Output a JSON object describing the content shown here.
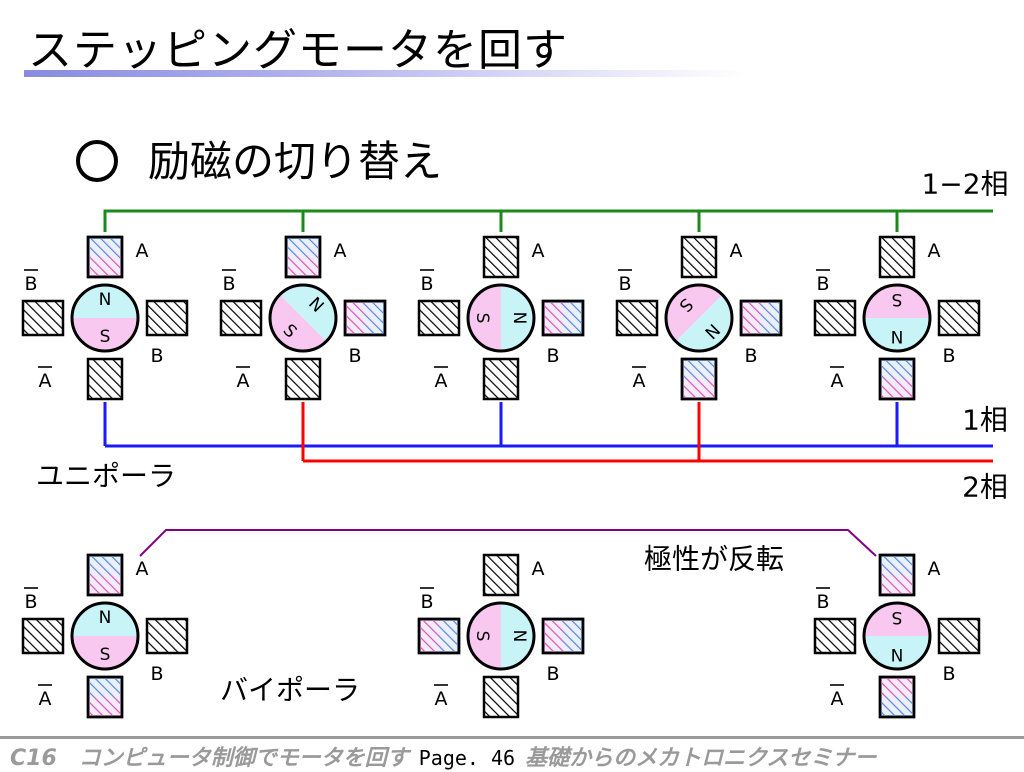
{
  "title": "ステッピングモータを回す",
  "subtitle": "励磁の切り替え",
  "labels": {
    "one_two_phase": "1−2相",
    "one_phase": "1相",
    "two_phase": "2相",
    "unipolar": "ユニポーラ",
    "bipolar": "バイポーラ",
    "polarity_reversed": "極性が反転"
  },
  "coil_labels": {
    "a": "A",
    "b": "B",
    "a_bar": "A",
    "b_bar": "B"
  },
  "rotor_poles": {
    "n": "N",
    "s": "S"
  },
  "colors": {
    "green": "#1a8a1a",
    "blue": "#1a1aff",
    "red": "#ff0000",
    "purple": "#800080",
    "pink": "#f8c8f0",
    "cyan": "#c8f4f8"
  },
  "motors_unipolar": [
    {
      "rotor_angle_deg": 0,
      "energized": [
        "A"
      ]
    },
    {
      "rotor_angle_deg": 45,
      "energized": [
        "A",
        "B"
      ]
    },
    {
      "rotor_angle_deg": 90,
      "energized": [
        "B"
      ]
    },
    {
      "rotor_angle_deg": 135,
      "energized": [
        "B",
        "A_bar"
      ]
    },
    {
      "rotor_angle_deg": 180,
      "energized": [
        "A_bar"
      ]
    }
  ],
  "motors_bipolar": [
    {
      "rotor_angle_deg": 0,
      "energized": [
        "A",
        "A_bar"
      ]
    },
    {
      "rotor_angle_deg": 90,
      "energized": [
        "B",
        "B_bar"
      ]
    },
    {
      "rotor_angle_deg": 180,
      "energized": [
        "A",
        "A_bar"
      ],
      "reversed": true
    }
  ],
  "footer": {
    "course": "C16　コンピュータ制御でモータを回す",
    "page": "Page. 46",
    "seminar": "基礎からのメカトロニクスセミナー"
  }
}
